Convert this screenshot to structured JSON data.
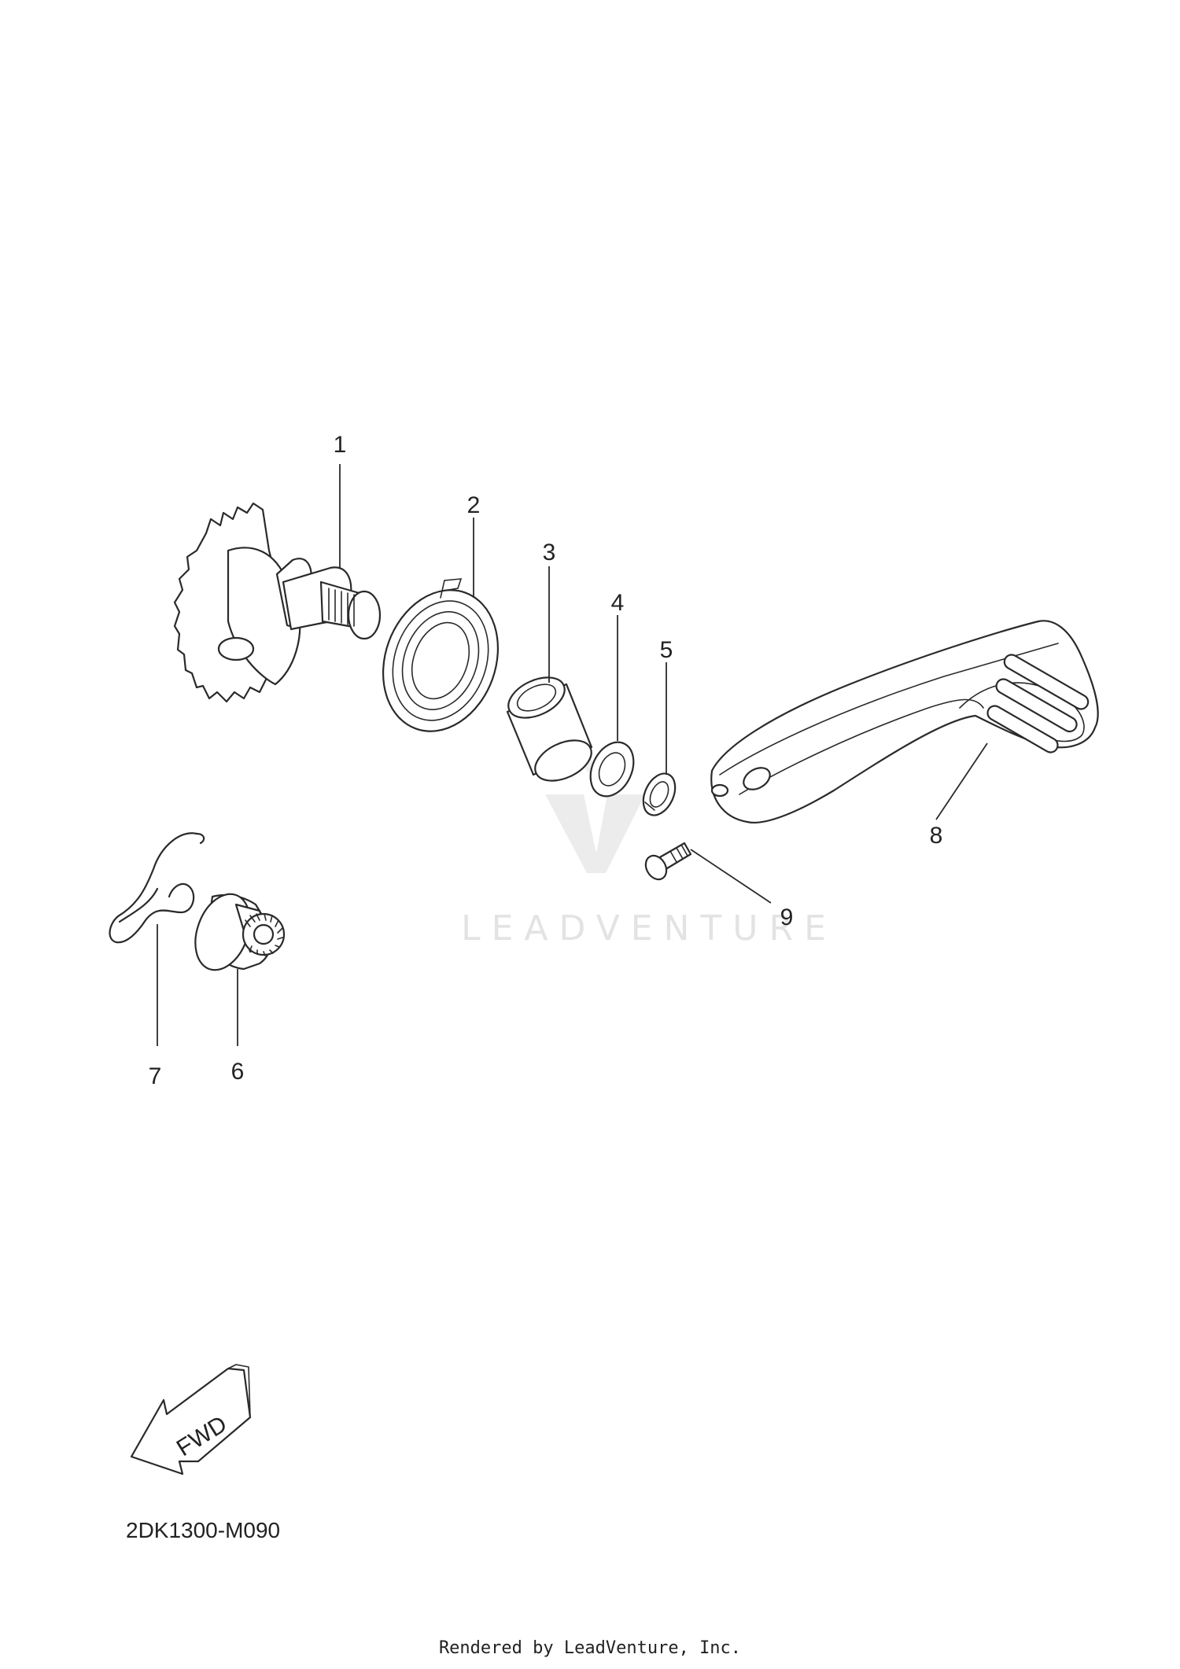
{
  "diagram": {
    "code": "2DK1300-M090",
    "credit": "Rendered by LeadVenture, Inc.",
    "watermark": "LEADVENTURE",
    "direction_label": "FWD",
    "callouts": [
      {
        "id": "1",
        "label": "1"
      },
      {
        "id": "2",
        "label": "2"
      },
      {
        "id": "3",
        "label": "3"
      },
      {
        "id": "4",
        "label": "4"
      },
      {
        "id": "5",
        "label": "5"
      },
      {
        "id": "6",
        "label": "6"
      },
      {
        "id": "7",
        "label": "7"
      },
      {
        "id": "8",
        "label": "8"
      },
      {
        "id": "9",
        "label": "9"
      }
    ]
  }
}
